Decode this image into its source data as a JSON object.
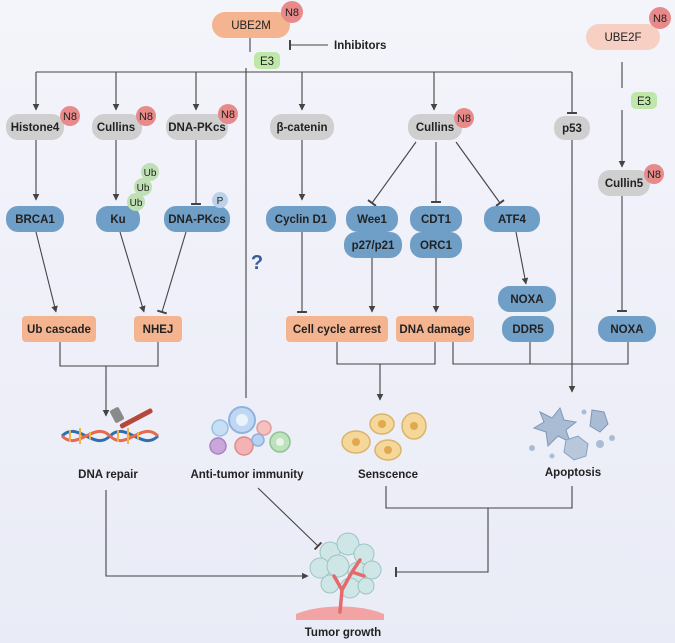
{
  "colors": {
    "background": "#eef0f8",
    "gray_node": "#cfcfcf",
    "blue_node": "#6f9ec7",
    "orange_node": "#f3b48f",
    "n8_badge": "#e88a8a",
    "e3_badge": "#bfe7a8",
    "ub_badge": "#bfe0b5",
    "dna_helix": "#2f6fb0",
    "tumor_vessel": "#e88a8a"
  },
  "top": {
    "ube2m": "UBE2M",
    "inhibitors": "Inhibitors",
    "e3_left": "E3",
    "ube2f": "UBE2F",
    "e3_right": "E3",
    "n8": "N8"
  },
  "row1": {
    "histone4": "Histone4",
    "cullins_a": "Cullins",
    "dnapkcs": "DNA-PKcs",
    "beta_catenin": "β-catenin",
    "cullins_b": "Cullins",
    "p53": "p53",
    "cullin5": "Cullin5"
  },
  "row2": {
    "brca1": "BRCA1",
    "ku": "Ku",
    "dnapkcs_p": "DNA-PKcs",
    "p_label": "P",
    "ub": "Ub",
    "cyclin_d1": "Cyclin D1",
    "wee1": "Wee1",
    "cdt1": "CDT1",
    "atf4": "ATF4",
    "p27p21": "p27/p21",
    "orc1": "ORC1",
    "question": "?",
    "noxa_mid": "NOXA",
    "ddr5": "DDR5",
    "noxa_right": "NOXA"
  },
  "row3": {
    "ub_cascade": "Ub cascade",
    "nhej": "NHEJ",
    "cell_cycle_arrest": "Cell cycle arrest",
    "dna_damage": "DNA damage"
  },
  "outcomes": {
    "dna_repair": "DNA repair",
    "anti_tumor": "Anti-tumor immunity",
    "senescence": "Senscence",
    "apoptosis": "Apoptosis",
    "tumor_growth": "Tumor growth"
  }
}
